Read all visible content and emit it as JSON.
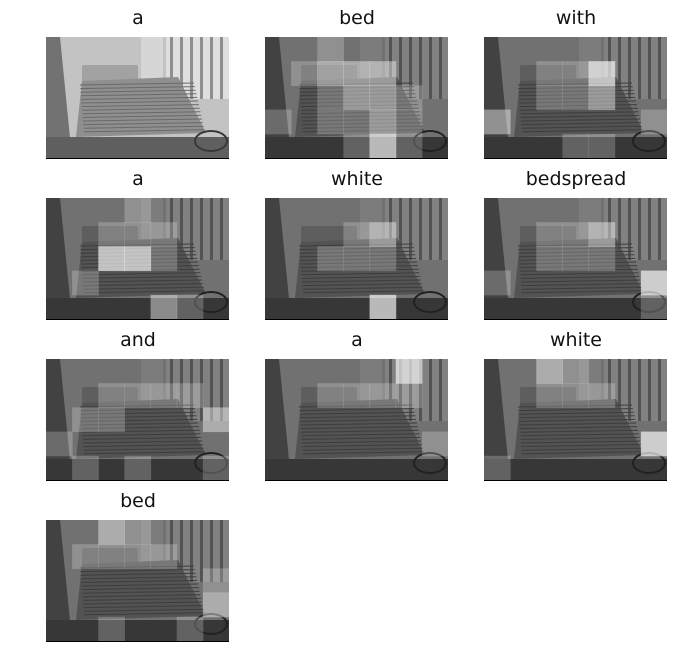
{
  "figure": {
    "panels": [
      {
        "word": "a",
        "highlight": [
          [
            0,
            0,
            0,
            0,
            0,
            0,
            0
          ],
          [
            0,
            0,
            0,
            0,
            0,
            0,
            0
          ],
          [
            0,
            0,
            0,
            0,
            0,
            0,
            0
          ],
          [
            0,
            0,
            0,
            0,
            0,
            0,
            0
          ],
          [
            0,
            0,
            0,
            0,
            0,
            0,
            0
          ]
        ],
        "base": 0.9
      },
      {
        "word": "bed",
        "highlight": [
          [
            0,
            0,
            1,
            0,
            0,
            0,
            0
          ],
          [
            0,
            1,
            2,
            2,
            2,
            0,
            0
          ],
          [
            0,
            0,
            1,
            2,
            2,
            1,
            0
          ],
          [
            1,
            0,
            1,
            1,
            2,
            1,
            0
          ],
          [
            0,
            0,
            0,
            1,
            3,
            1,
            0
          ]
        ],
        "base": 0.35
      },
      {
        "word": "with",
        "highlight": [
          [
            0,
            0,
            0,
            0,
            0,
            0,
            0
          ],
          [
            0,
            0,
            1,
            1,
            3,
            0,
            0
          ],
          [
            0,
            0,
            1,
            1,
            2,
            0,
            0
          ],
          [
            2,
            0,
            0,
            0,
            0,
            0,
            1
          ],
          [
            0,
            0,
            0,
            1,
            1,
            0,
            0
          ]
        ],
        "base": 0.35
      },
      {
        "word": "a",
        "highlight": [
          [
            0,
            0,
            0,
            1,
            0,
            0,
            0
          ],
          [
            0,
            0,
            1,
            1,
            1,
            0,
            0
          ],
          [
            0,
            0,
            3,
            3,
            1,
            0,
            0
          ],
          [
            0,
            1,
            0,
            0,
            0,
            0,
            0
          ],
          [
            0,
            0,
            0,
            0,
            2,
            1,
            0
          ]
        ],
        "base": 0.35
      },
      {
        "word": "white",
        "highlight": [
          [
            0,
            0,
            0,
            0,
            0,
            0,
            0
          ],
          [
            0,
            0,
            0,
            1,
            2,
            0,
            0
          ],
          [
            0,
            0,
            1,
            1,
            1,
            0,
            0
          ],
          [
            0,
            0,
            0,
            0,
            0,
            0,
            0
          ],
          [
            0,
            0,
            0,
            0,
            3,
            0,
            0
          ]
        ],
        "base": 0.35
      },
      {
        "word": "bedspread",
        "highlight": [
          [
            0,
            0,
            0,
            0,
            0,
            0,
            0
          ],
          [
            0,
            0,
            1,
            1,
            2,
            0,
            0
          ],
          [
            0,
            0,
            1,
            1,
            1,
            0,
            0
          ],
          [
            1,
            0,
            0,
            0,
            0,
            0,
            3
          ],
          [
            0,
            0,
            0,
            0,
            0,
            0,
            1
          ]
        ],
        "base": 0.35
      },
      {
        "word": "and",
        "highlight": [
          [
            0,
            0,
            0,
            0,
            0,
            0,
            0
          ],
          [
            0,
            0,
            1,
            1,
            1,
            1,
            0
          ],
          [
            0,
            1,
            1,
            0,
            0,
            0,
            2
          ],
          [
            1,
            0,
            0,
            0,
            0,
            0,
            0
          ],
          [
            0,
            1,
            0,
            1,
            0,
            0,
            1
          ]
        ],
        "base": 0.35
      },
      {
        "word": "a",
        "highlight": [
          [
            0,
            0,
            0,
            0,
            0,
            3,
            0
          ],
          [
            0,
            0,
            1,
            1,
            1,
            1,
            0
          ],
          [
            0,
            0,
            0,
            0,
            0,
            0,
            0
          ],
          [
            0,
            0,
            0,
            0,
            0,
            0,
            1
          ],
          [
            0,
            0,
            0,
            0,
            0,
            0,
            0
          ]
        ],
        "base": 0.35
      },
      {
        "word": "white",
        "highlight": [
          [
            0,
            0,
            2,
            1,
            0,
            0,
            0
          ],
          [
            0,
            0,
            1,
            1,
            1,
            0,
            0
          ],
          [
            0,
            0,
            0,
            0,
            0,
            0,
            0
          ],
          [
            0,
            0,
            0,
            0,
            0,
            0,
            3
          ],
          [
            1,
            0,
            0,
            0,
            0,
            0,
            0
          ]
        ],
        "base": 0.35
      },
      {
        "word": "bed",
        "highlight": [
          [
            0,
            0,
            2,
            1,
            0,
            0,
            0
          ],
          [
            0,
            1,
            1,
            1,
            1,
            0,
            0
          ],
          [
            0,
            0,
            0,
            0,
            0,
            0,
            1
          ],
          [
            0,
            0,
            0,
            0,
            0,
            0,
            2
          ],
          [
            0,
            0,
            1,
            0,
            0,
            1,
            0
          ]
        ],
        "base": 0.35
      }
    ]
  }
}
